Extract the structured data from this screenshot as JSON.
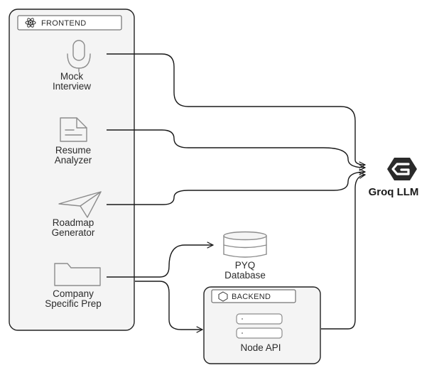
{
  "frontend": {
    "badge": "FRONTEND",
    "items": [
      {
        "line1": "Mock",
        "line2": "Interview",
        "icon": "microphone-icon"
      },
      {
        "line1": "Resume",
        "line2": "Analyzer",
        "icon": "document-icon"
      },
      {
        "line1": "Roadmap",
        "line2": "Generator",
        "icon": "paper-plane-icon"
      },
      {
        "line1": "Company",
        "line2": "Specific Prep",
        "icon": "folder-icon"
      }
    ]
  },
  "backend": {
    "badge": "BACKEND",
    "node": "Node API"
  },
  "database": {
    "line1": "PYQ",
    "line2": "Database",
    "icon": "database-icon"
  },
  "llm": {
    "label": "Groq LLM",
    "icon": "groq-logo-icon"
  }
}
